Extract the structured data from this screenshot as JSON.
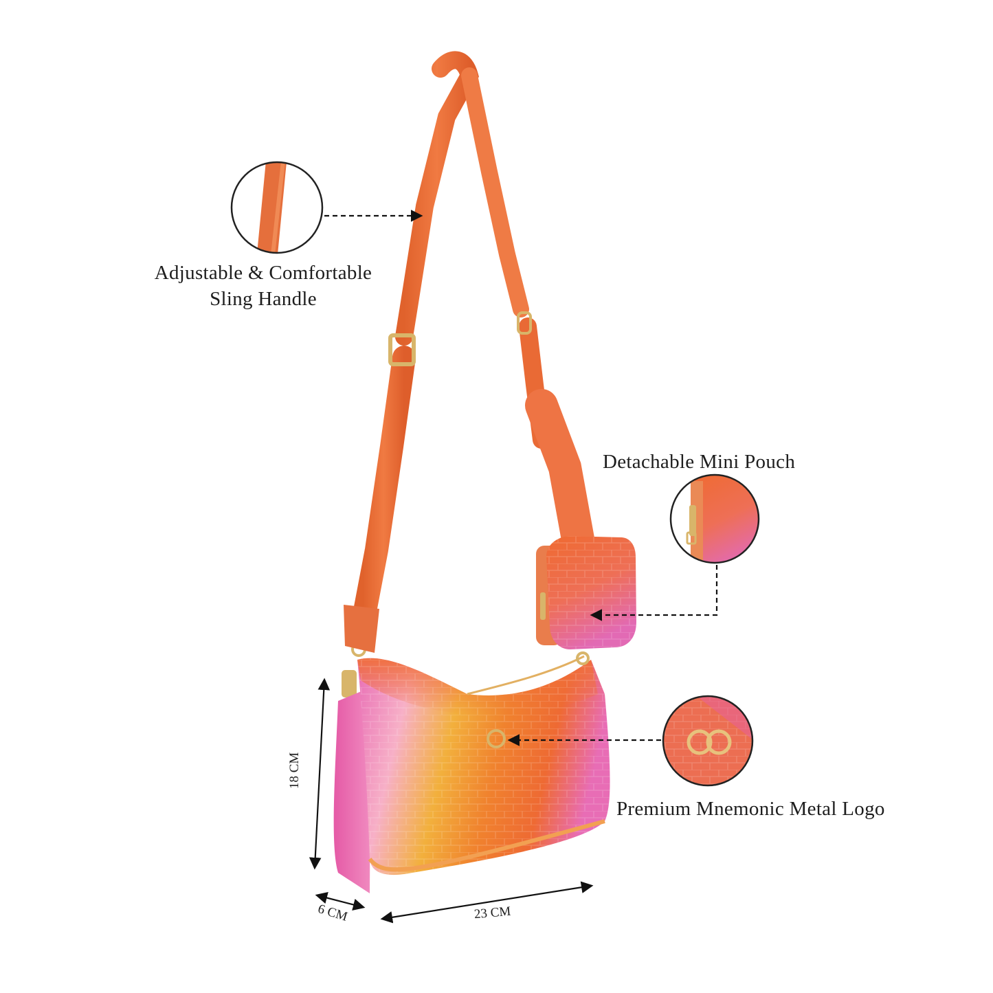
{
  "callouts": {
    "strap": {
      "line1": "Adjustable & Comfortable",
      "line2": "Sling Handle",
      "icon": "strap-detail"
    },
    "pouch": {
      "text": "Detachable Mini Pouch",
      "icon": "pouch-detail"
    },
    "logo": {
      "text": "Premium Mnemonic Metal Logo",
      "icon": "logo-detail"
    }
  },
  "dimensions": {
    "height": "18 CM",
    "width": "23 CM",
    "depth": "6 CM"
  },
  "colors": {
    "strap": "#e9703a",
    "bag_orange": "#ee6a33",
    "bag_pink": "#e86db5",
    "bag_yellow": "#f2b03d",
    "hardware_gold": "#d8b56a"
  }
}
